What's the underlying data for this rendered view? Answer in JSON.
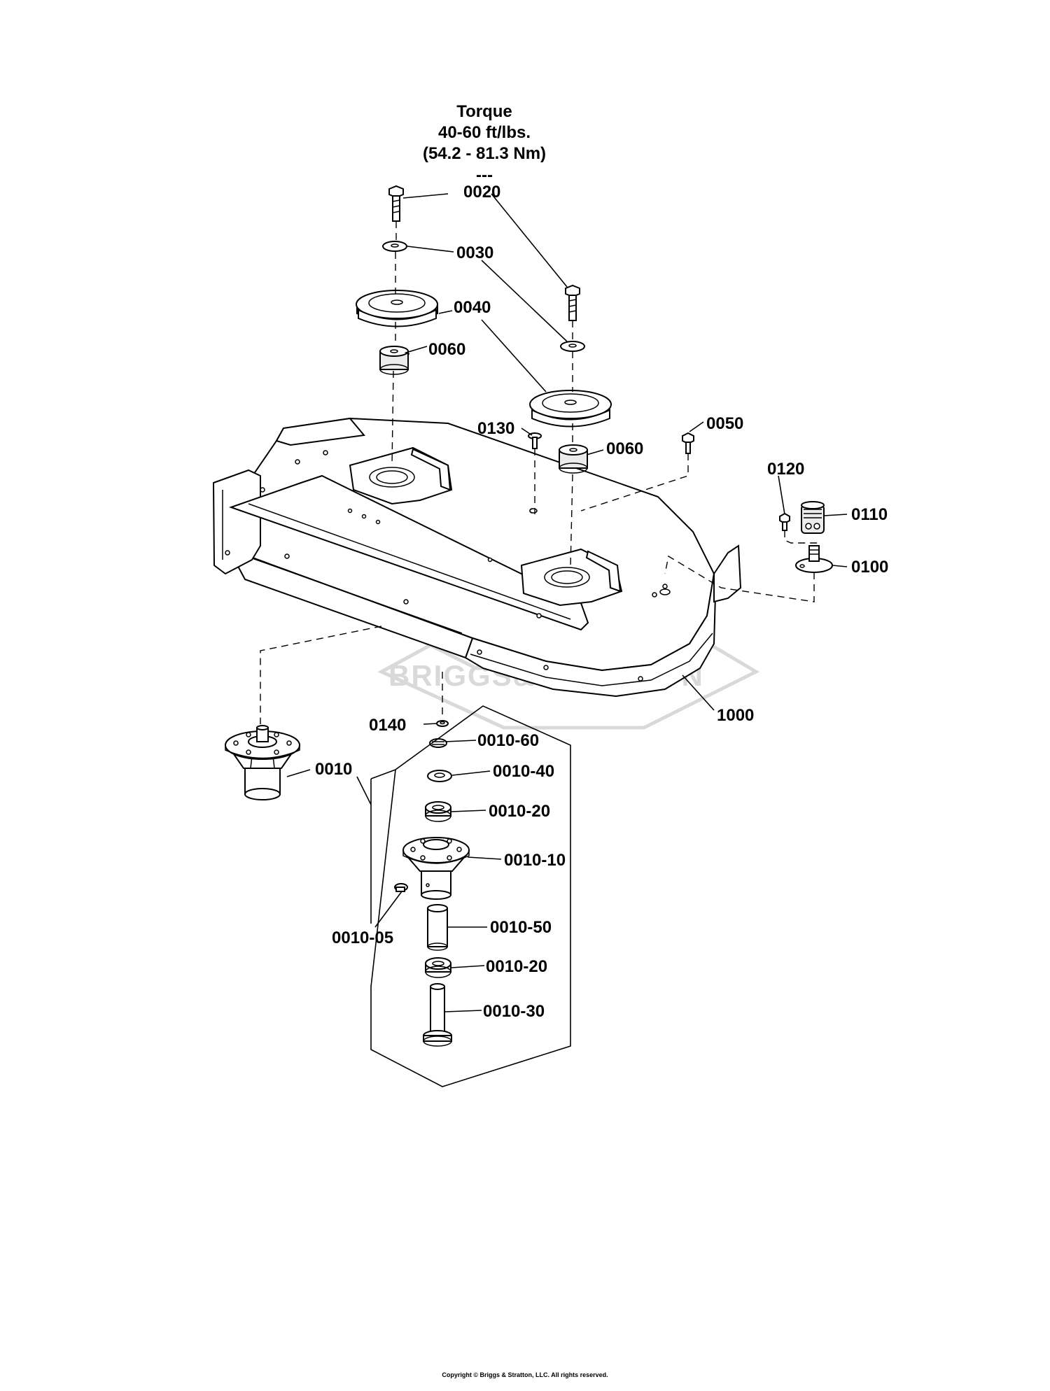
{
  "torque_note": {
    "line1": "Torque",
    "line2": "40-60 ft/lbs.",
    "line3": "(54.2 - 81.3 Nm)",
    "line4": "---"
  },
  "labels": {
    "p0020": "0020",
    "p0030": "0030",
    "p0040": "0040",
    "p0060a": "0060",
    "p0060b": "0060",
    "p0130": "0130",
    "p0050": "0050",
    "p0120": "0120",
    "p0110": "0110",
    "p0100": "0100",
    "p1000": "1000",
    "p0140": "0140",
    "p0010": "0010",
    "p0010_60": "0010-60",
    "p0010_40": "0010-40",
    "p0010_20a": "0010-20",
    "p0010_10": "0010-10",
    "p0010_05": "0010-05",
    "p0010_50": "0010-50",
    "p0010_20b": "0010-20",
    "p0010_30": "0010-30"
  },
  "watermark": "BRIGGS&STRATTON",
  "copyright": "Copyright © Briggs & Stratton, LLC. All rights reserved.",
  "colors": {
    "line": "#000000",
    "watermark": "#d9d9d9",
    "background": "#ffffff"
  }
}
